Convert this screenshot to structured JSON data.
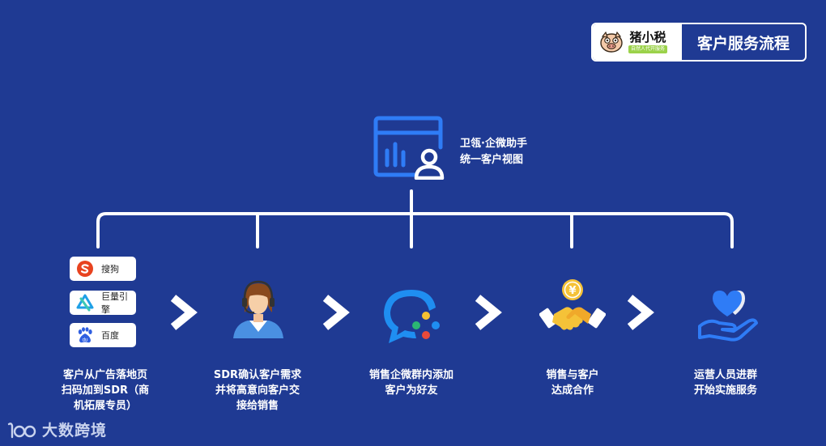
{
  "brand": {
    "logo_name": "猪小税",
    "logo_tagline": "自然人代开服务",
    "title": "客户服务流程"
  },
  "tool": {
    "line1": "卫瓴·企微助手",
    "line2": "统一客户视图",
    "icon": "dashboard-user-icon"
  },
  "sources": [
    {
      "label": "搜狗",
      "icon": "sogou-icon"
    },
    {
      "label": "巨量引擎",
      "icon": "ocean-engine-icon"
    },
    {
      "label": "百度",
      "icon": "baidu-icon"
    }
  ],
  "steps": [
    {
      "lines": [
        "客户从广告落地页",
        "扫码加到SDR（商",
        "机拓展专员）"
      ],
      "icon": "ad-sources"
    },
    {
      "lines": [
        "SDR确认客户需求",
        "并将高意向客户交",
        "接给销售"
      ],
      "icon": "customer-service-agent-icon"
    },
    {
      "lines": [
        "销售企微群内添加",
        "客户为好友"
      ],
      "icon": "wecom-icon"
    },
    {
      "lines": [
        "销售与客户",
        "达成合作"
      ],
      "icon": "handshake-coin-icon"
    },
    {
      "lines": [
        "运营人员进群",
        "开始实施服务"
      ],
      "icon": "heart-hand-icon"
    }
  ],
  "footer": {
    "logo_text": "大数跨境"
  },
  "colors": {
    "background": "#1f3a93",
    "accent_blue": "#2f7cf6",
    "gold": "#f5c238",
    "tag_green": "#9bd24a"
  }
}
